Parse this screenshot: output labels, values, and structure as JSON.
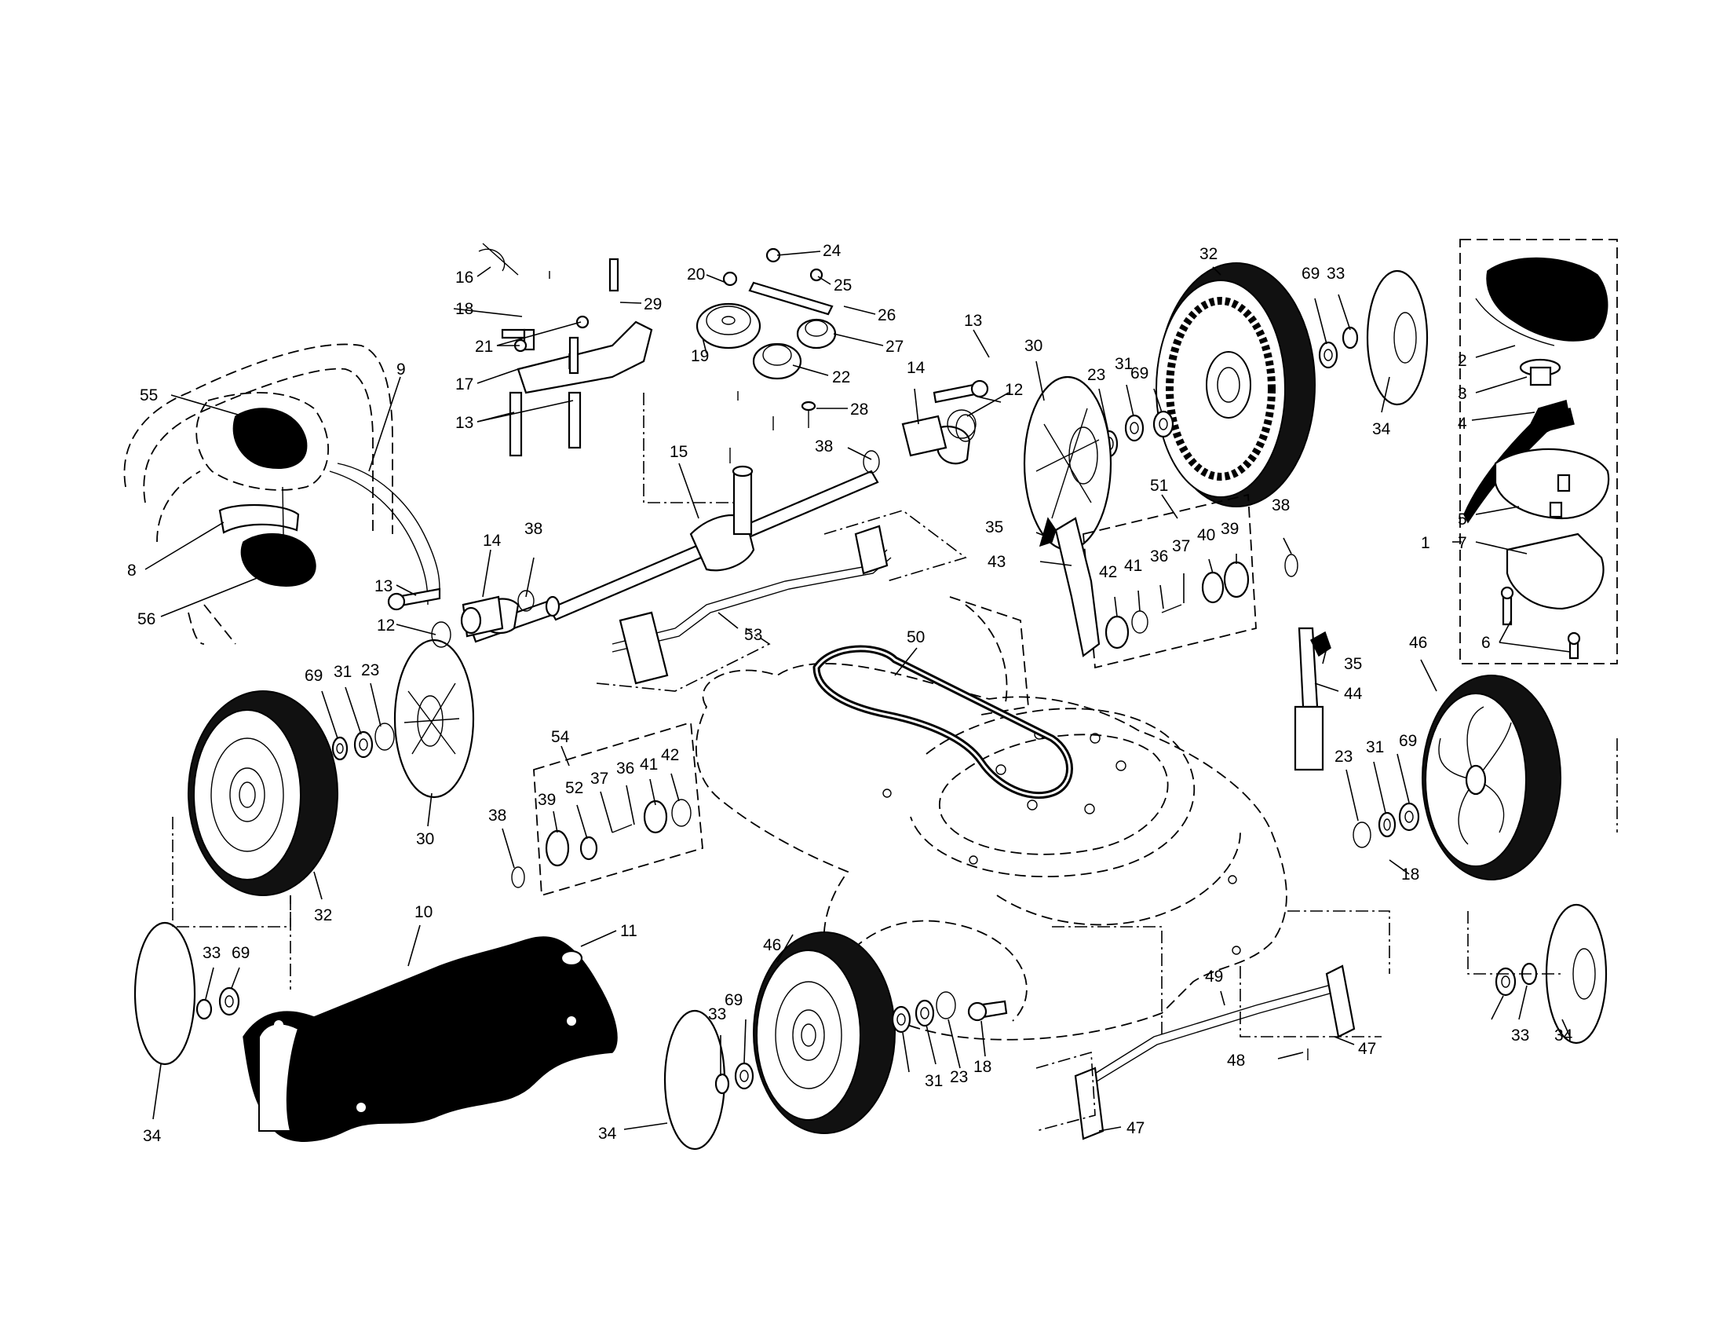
{
  "title": "",
  "callouts": [
    {
      "id": "c1",
      "text": "1"
    },
    {
      "id": "c2",
      "text": "2"
    },
    {
      "id": "c3",
      "text": "3"
    },
    {
      "id": "c4",
      "text": "4"
    },
    {
      "id": "c5",
      "text": "5"
    },
    {
      "id": "c6",
      "text": "6"
    },
    {
      "id": "c7",
      "text": "7"
    },
    {
      "id": "c8",
      "text": "8"
    },
    {
      "id": "c9",
      "text": "9"
    },
    {
      "id": "c10",
      "text": "10"
    },
    {
      "id": "c11",
      "text": "11"
    },
    {
      "id": "c12a",
      "text": "12"
    },
    {
      "id": "c12b",
      "text": "12"
    },
    {
      "id": "c13a",
      "text": "13"
    },
    {
      "id": "c13b",
      "text": "13"
    },
    {
      "id": "c13c",
      "text": "13"
    },
    {
      "id": "c14a",
      "text": "14"
    },
    {
      "id": "c14b",
      "text": "14"
    },
    {
      "id": "c15",
      "text": "15"
    },
    {
      "id": "c16",
      "text": "16"
    },
    {
      "id": "c17",
      "text": "17"
    },
    {
      "id": "c18a",
      "text": "18"
    },
    {
      "id": "c18b",
      "text": "18"
    },
    {
      "id": "c18c",
      "text": "18"
    },
    {
      "id": "c19",
      "text": "19"
    },
    {
      "id": "c20",
      "text": "20"
    },
    {
      "id": "c21",
      "text": "21"
    },
    {
      "id": "c22",
      "text": "22"
    },
    {
      "id": "c23a",
      "text": "23"
    },
    {
      "id": "c23b",
      "text": "23"
    },
    {
      "id": "c23c",
      "text": "23"
    },
    {
      "id": "c23d",
      "text": "23"
    },
    {
      "id": "c24",
      "text": "24"
    },
    {
      "id": "c25",
      "text": "25"
    },
    {
      "id": "c26",
      "text": "26"
    },
    {
      "id": "c27",
      "text": "27"
    },
    {
      "id": "c28",
      "text": "28"
    },
    {
      "id": "c29",
      "text": "29"
    },
    {
      "id": "c30a",
      "text": "30"
    },
    {
      "id": "c30b",
      "text": "30"
    },
    {
      "id": "c31a",
      "text": "31"
    },
    {
      "id": "c31b",
      "text": "31"
    },
    {
      "id": "c31c",
      "text": "31"
    },
    {
      "id": "c31d",
      "text": "31"
    },
    {
      "id": "c32a",
      "text": "32"
    },
    {
      "id": "c32b",
      "text": "32"
    },
    {
      "id": "c33a",
      "text": "33"
    },
    {
      "id": "c33b",
      "text": "33"
    },
    {
      "id": "c33c",
      "text": "33"
    },
    {
      "id": "c33d",
      "text": "33"
    },
    {
      "id": "c34a",
      "text": "34"
    },
    {
      "id": "c34b",
      "text": "34"
    },
    {
      "id": "c34c",
      "text": "34"
    },
    {
      "id": "c34d",
      "text": "34"
    },
    {
      "id": "c35a",
      "text": "35"
    },
    {
      "id": "c35b",
      "text": "35"
    },
    {
      "id": "c36a",
      "text": "36"
    },
    {
      "id": "c36b",
      "text": "36"
    },
    {
      "id": "c37a",
      "text": "37"
    },
    {
      "id": "c37b",
      "text": "37"
    },
    {
      "id": "c38a",
      "text": "38"
    },
    {
      "id": "c38b",
      "text": "38"
    },
    {
      "id": "c38c",
      "text": "38"
    },
    {
      "id": "c38d",
      "text": "38"
    },
    {
      "id": "c39a",
      "text": "39"
    },
    {
      "id": "c39b",
      "text": "39"
    },
    {
      "id": "c40",
      "text": "40"
    },
    {
      "id": "c41a",
      "text": "41"
    },
    {
      "id": "c41b",
      "text": "41"
    },
    {
      "id": "c42a",
      "text": "42"
    },
    {
      "id": "c42b",
      "text": "42"
    },
    {
      "id": "c43",
      "text": "43"
    },
    {
      "id": "c44",
      "text": "44"
    },
    {
      "id": "c46a",
      "text": "46"
    },
    {
      "id": "c46b",
      "text": "46"
    },
    {
      "id": "c47a",
      "text": "47"
    },
    {
      "id": "c47b",
      "text": "47"
    },
    {
      "id": "c48",
      "text": "48"
    },
    {
      "id": "c49",
      "text": "49"
    },
    {
      "id": "c50",
      "text": "50"
    },
    {
      "id": "c51",
      "text": "51"
    },
    {
      "id": "c52",
      "text": "52"
    },
    {
      "id": "c53",
      "text": "53"
    },
    {
      "id": "c54",
      "text": "54"
    },
    {
      "id": "c55",
      "text": "55"
    },
    {
      "id": "c56",
      "text": "56"
    },
    {
      "id": "c69a",
      "text": "69"
    },
    {
      "id": "c69b",
      "text": "69"
    },
    {
      "id": "c69c",
      "text": "69"
    },
    {
      "id": "c69d",
      "text": "69"
    },
    {
      "id": "c69e",
      "text": "69"
    },
    {
      "id": "c69f",
      "text": "69"
    }
  ]
}
